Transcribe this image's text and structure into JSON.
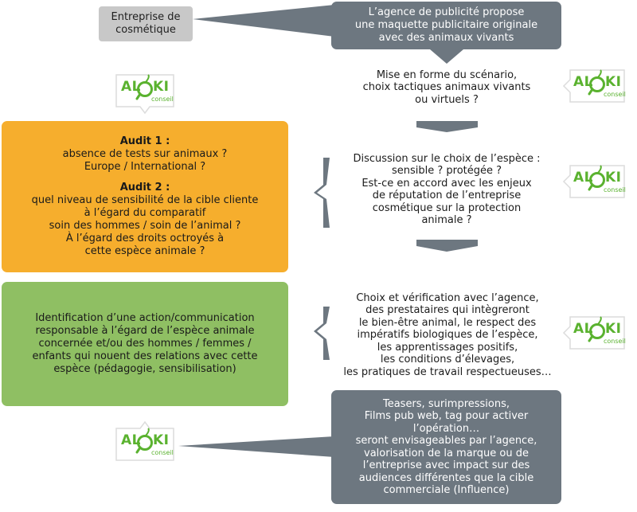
{
  "top_left_box": {
    "lines": [
      "Entreprise de",
      "cosmétique"
    ]
  },
  "top_right_box": {
    "lines": [
      "L’agence de publicité propose",
      "une maquette publicitaire originale",
      "avec des animaux vivants"
    ]
  },
  "step1": {
    "lines": [
      "Mise en forme du scénario,",
      "choix tactiques animaux vivants",
      "ou virtuels ?"
    ]
  },
  "step2": {
    "lines": [
      "Discussion sur le choix de l’espèce :",
      "sensible ? protégée ?",
      "Est-ce en accord avec les enjeux",
      "de réputation de l’entreprise",
      "cosmétique sur la protection",
      "animale ?"
    ]
  },
  "step3": {
    "lines": [
      "Choix et vérification avec l’agence,",
      "des prestataires qui intègreront",
      "le bien-être animal, le respect des",
      "impératifs biologiques de l’espèce,",
      "les apprentissages positifs,",
      "les conditions d’élevages,",
      "les pratiques de travail respectueuses…"
    ]
  },
  "bottom_right_box": {
    "lines": [
      "Teasers, surimpressions,",
      "Films pub web, tag pour activer",
      "l’opération…",
      "seront envisageables par l’agence,",
      "valorisation de la marque ou de",
      "l’entreprise avec impact sur des",
      "audiences différentes que la cible",
      "commerciale (Influence)"
    ]
  },
  "orange_box": {
    "audit1_title": "Audit 1 :",
    "audit1_lines": [
      "absence de tests sur animaux ?",
      "Europe / International ?"
    ],
    "audit2_title": "Audit 2 :",
    "audit2_lines": [
      "quel niveau de sensibilité de la cible cliente",
      "à l’égard du comparatif",
      "soin des hommes / soin de l’animal ?",
      "À l’égard des droits octroyés à",
      "cette espèce animale ?"
    ]
  },
  "green_box": {
    "lines": [
      "Identification d’une action/communication",
      "responsable à l’égard de l’espèce animale",
      "concernée et/ou des hommes / femmes /",
      "enfants qui nouent des relations avec cette",
      "espèce (pédagogie, sensibilisation)"
    ]
  },
  "logo": {
    "brand_left": "AL",
    "brand_right": "KI",
    "sub": "conseil"
  },
  "colors": {
    "gray": "#6d7780",
    "light_gray": "#c8c8c8",
    "orange": "#f6ae2d",
    "green": "#8fbf63",
    "logo_green": "#5ab22f"
  }
}
